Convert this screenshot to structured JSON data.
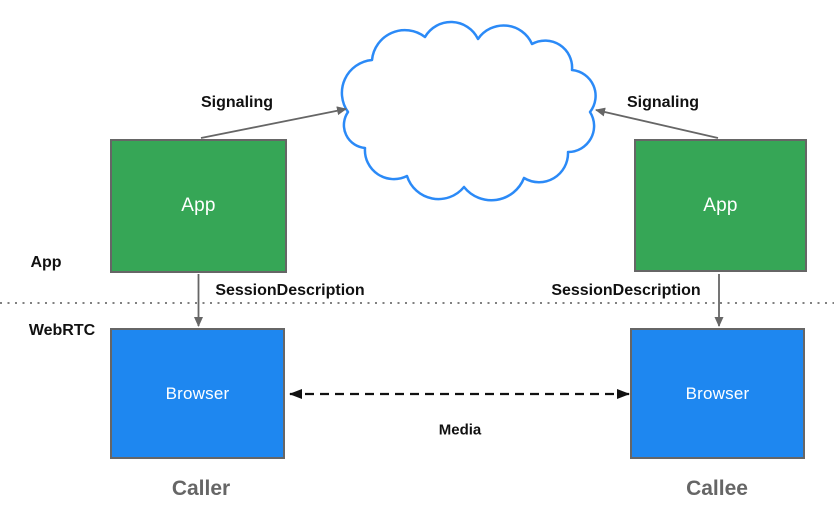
{
  "diagram_type": "webrtc-architecture",
  "layers": {
    "top_label": "App",
    "bottom_label": "WebRTC"
  },
  "nodes": {
    "caller_app": "App",
    "callee_app": "App",
    "caller_browser": "Browser",
    "callee_browser": "Browser"
  },
  "captions": {
    "caller": "Caller",
    "callee": "Callee"
  },
  "edges": {
    "signaling_left": "Signaling",
    "signaling_right": "Signaling",
    "session_description_left": "SessionDescription",
    "session_description_right": "SessionDescription",
    "media": "Media"
  },
  "colors": {
    "app_box_fill": "#36A656",
    "browser_box_fill": "#1E87F0",
    "box_border": "#666666",
    "cloud_stroke": "#2B8AF7",
    "gray_arrow": "#666666",
    "media_arrow": "#111111",
    "separator_dots": "#6e6e6e",
    "caption_text": "#666666",
    "label_text": "#111111",
    "background": "#ffffff"
  }
}
